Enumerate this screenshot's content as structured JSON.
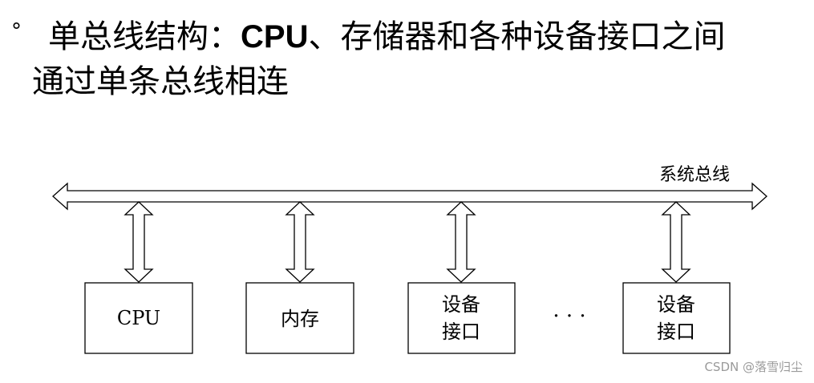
{
  "bullet_symbol": "°",
  "heading": {
    "line1_pre": "单总线结构：",
    "line1_bold": "CPU",
    "line1_post": "、存储器和各种设备接口之间",
    "line2": "通过单条总线相连"
  },
  "diagram": {
    "bus_label": "系统总线",
    "boxes": [
      {
        "line1": "CPU",
        "line2": ""
      },
      {
        "line1": "内存",
        "line2": ""
      },
      {
        "line1": "设备",
        "line2": "接口"
      },
      {
        "line1": "设备",
        "line2": "接口"
      }
    ],
    "ellipsis": "·  ·  ·"
  },
  "watermark": "CSDN @落雪归尘"
}
